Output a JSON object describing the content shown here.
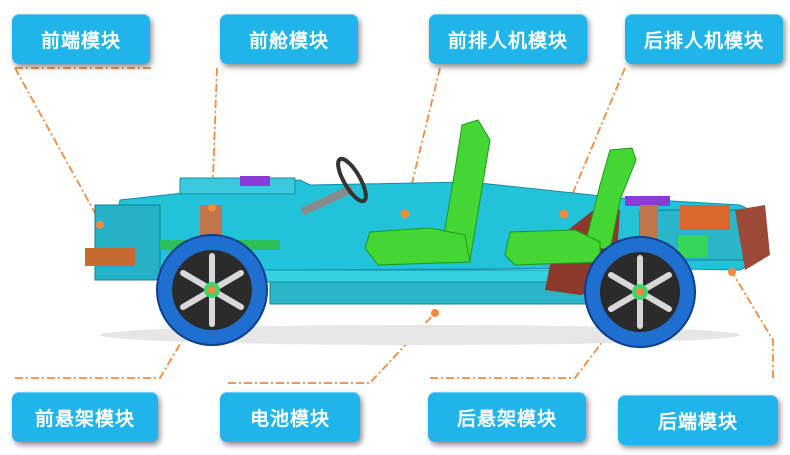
{
  "labels": {
    "front_end": "前端模块",
    "front_cabin": "前舱模块",
    "front_hmi": "前排人机模块",
    "rear_hmi": "后排人机模块",
    "front_suspension": "前悬架模块",
    "battery": "电池模块",
    "rear_suspension": "后悬架模块",
    "rear_end": "后端模块"
  },
  "colors": {
    "tag_fill": "#1fb4ea",
    "leader_line": "#f08a3c",
    "frame": "#22c3d8",
    "seat": "#44d633",
    "tire": "#1e6fd0"
  }
}
